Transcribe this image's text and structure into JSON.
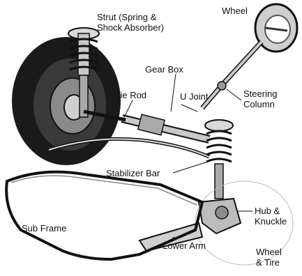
{
  "labels": {
    "strut": "Strut (Spring &\nShock Absorber)",
    "wheel": "Wheel",
    "gear_box": "Gear Box",
    "tie_rod": "Tie Rod",
    "u_joint": "U Joint",
    "steering_column": "Steering\nColumn",
    "stabilizer_bar": "Stabilizer Bar",
    "hub_knuckle": "Hub &\nKnuckle",
    "sub_frame": "Sub Frame",
    "lower_arm": "Lower Arm",
    "wheel_tire": "Wheel\n& Tire"
  },
  "colors": {
    "ink": "#111111",
    "tire": "#1a1a1a",
    "metal": "#b5b5b5",
    "metal_dark": "#6e6e6e"
  }
}
